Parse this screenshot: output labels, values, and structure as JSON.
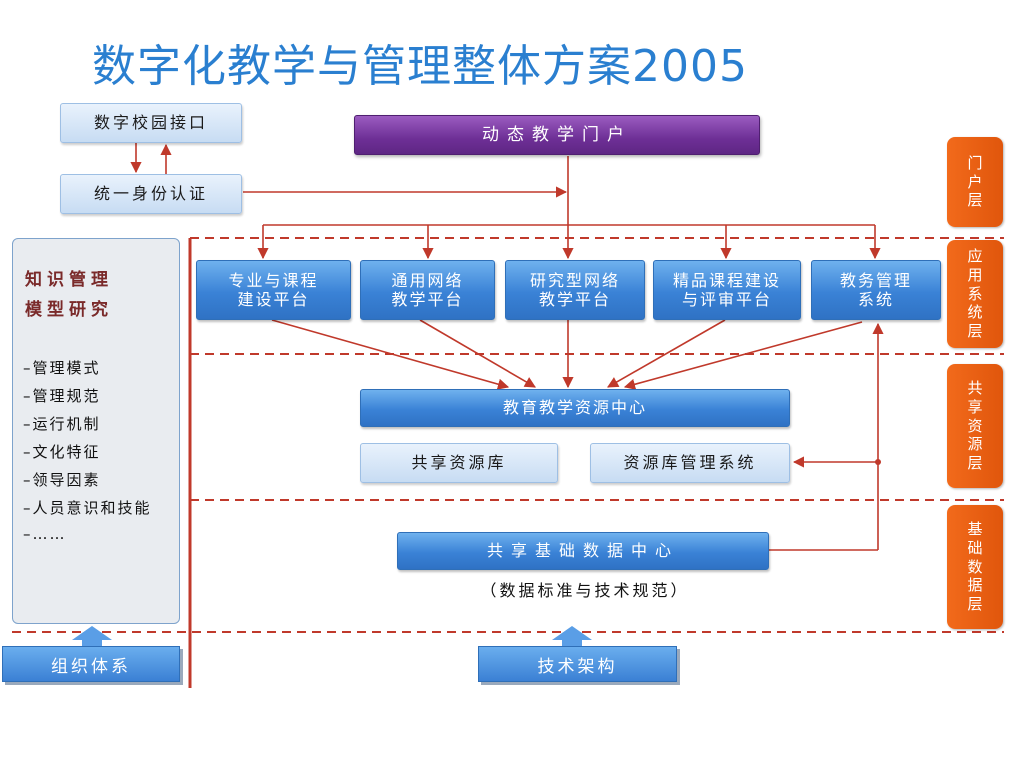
{
  "title": "数字化教学与管理整体方案2005",
  "left_top": {
    "interface": "数字校园接口",
    "auth": "统一身份认证"
  },
  "portal": "动态教学门户",
  "layers": {
    "portal": "门户层",
    "application": "应用系统层",
    "shared": "共享资源层",
    "base": "基础数据层"
  },
  "platforms": [
    {
      "line1": "专业与课程",
      "line2": "建设平台"
    },
    {
      "line1": "通用网络",
      "line2": "教学平台"
    },
    {
      "line1": "研究型网络",
      "line2": "教学平台"
    },
    {
      "line1": "精品课程建设",
      "line2": "与评审平台"
    },
    {
      "line1": "教务管理",
      "line2": "系统"
    }
  ],
  "resource_center": "教育教学资源中心",
  "shared_library": "共享资源库",
  "library_mgmt": "资源库管理系统",
  "data_center": "共享基础数据中心",
  "data_caption": "（数据标准与技术规范）",
  "knowledge": {
    "title_line1": "知识管理",
    "title_line2": "模型研究",
    "items": [
      "–管理模式",
      "–管理规范",
      "–运行机制",
      "–文化特征",
      "–领导因素",
      "–人员意识和技能",
      "–……"
    ]
  },
  "bottom": {
    "org": "组织体系",
    "tech": "技术架构"
  },
  "colors": {
    "title": "#2a7fd0",
    "arrow": "#c0392b",
    "layer_tag": "#f26a1b",
    "portal": "#6e2f96"
  }
}
